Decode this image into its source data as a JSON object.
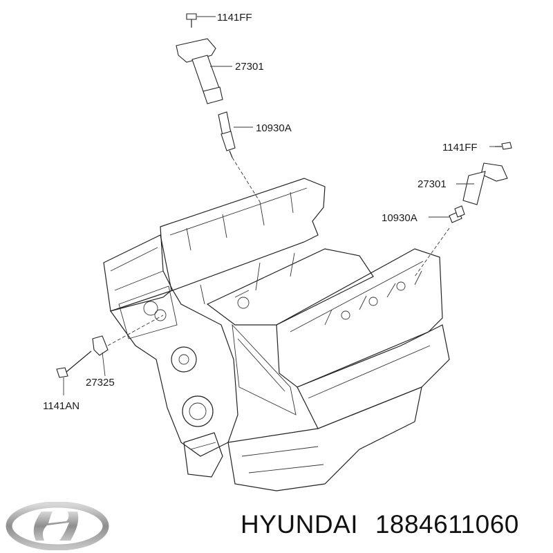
{
  "callouts": {
    "bolt_top_left": "1141FF",
    "coil_left": "27301",
    "plug_left": "10930A",
    "bolt_right": "1141FF",
    "coil_right": "27301",
    "plug_right": "10930A",
    "sensor": "27325",
    "bolt_sensor": "1141AN"
  },
  "footer": {
    "brand": "HYUNDAI",
    "part_number": "1884611060"
  },
  "colors": {
    "line": "#222222",
    "logo_silver": "#9a9a9a",
    "text": "#111111"
  }
}
